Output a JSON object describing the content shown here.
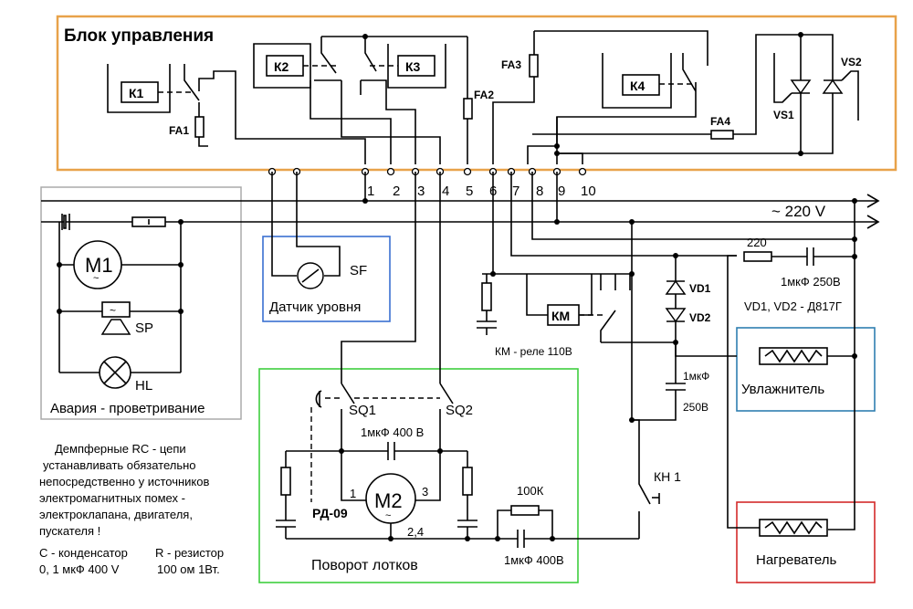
{
  "colors": {
    "control_block": "#e8a24a",
    "alarm_block": "#aaaaaa",
    "level_sensor": "#3a6fd1",
    "tray_turn": "#3fcf3f",
    "humidifier": "#2f7fb0",
    "heater": "#d42a2a"
  },
  "control_block": {
    "title": "Блок управления",
    "relays": [
      "К1",
      "К2",
      "К3",
      "К4"
    ],
    "fuses": [
      "FA1",
      "FA2",
      "FA3",
      "FA4"
    ],
    "thyristors": [
      "VS1",
      "VS2"
    ],
    "terminals": [
      "1",
      "2",
      "3",
      "4",
      "5",
      "6",
      "7",
      "8",
      "9",
      "10"
    ]
  },
  "mains_label": "~ 220 V",
  "alarm": {
    "motor": "M1",
    "buzzer": "SP",
    "lamp": "HL",
    "caption": "Авария - проветривание"
  },
  "level_sensor": {
    "switch": "SF",
    "caption": "Датчик уровня"
  },
  "relay_km": {
    "label": "КМ",
    "caption": "КМ - реле 110В"
  },
  "zener": {
    "vd1": "VD1",
    "vd2": "VD2",
    "note": "VD1, VD2 - Д817Г"
  },
  "humidifier_branch": {
    "resistor": "220",
    "capacitor": "1мкФ 250В",
    "caption": "Увлажнитель"
  },
  "km_cap": {
    "value": "1мкФ",
    "voltage": "250В"
  },
  "heater": {
    "caption": "Нагреватель",
    "button": "КН 1"
  },
  "tray_turn": {
    "sq1": "SQ1",
    "sq2": "SQ2",
    "cap_top": "1мкФ 400 В",
    "motor": "M2",
    "motor_type": "РД-09",
    "pin1": "1",
    "pin3": "3",
    "pin24": "2,4",
    "resistor": "100К",
    "cap_bottom": "1мкФ 400В",
    "caption": "Поворот лотков"
  },
  "notes": {
    "rc_lines": [
      "Демпферные RC - цепи",
      "устанавливать обязательно",
      "непосредственно у источников",
      "электромагнитных помех  -",
      "электроклапана, двигателя,",
      "пускателя !"
    ],
    "c_note_1": "C - конденсатор",
    "c_note_2": "0, 1 мкФ 400 V",
    "r_note_1": "R - резистор",
    "r_note_2": "100 ом  1Вт."
  }
}
